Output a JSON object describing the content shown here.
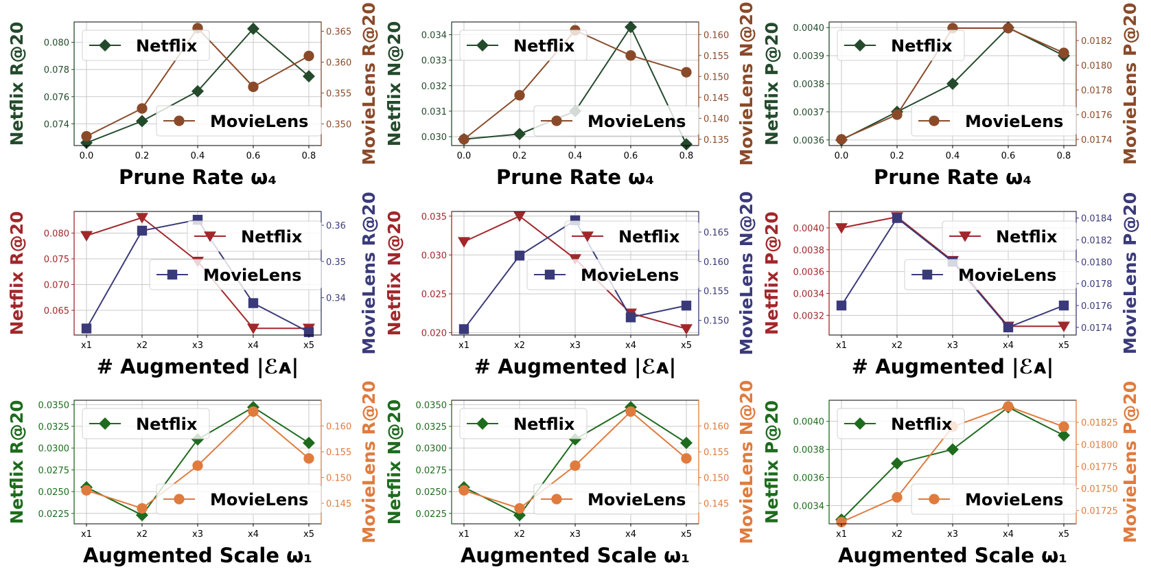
{
  "chart_data": [
    {
      "type": "line",
      "xlabel": "Prune Rate ω₄",
      "categories": [
        "0.0",
        "0.2",
        "0.4",
        "0.6",
        "0.8"
      ],
      "left_axis": {
        "label": "Netflix R@20",
        "color": "#244a2c",
        "ylim": [
          0.0724,
          0.0815
        ],
        "ticks": [
          0.074,
          0.076,
          0.078,
          0.08
        ],
        "tick_labels": [
          "0.074",
          "0.076",
          "0.078",
          "0.080"
        ]
      },
      "right_axis": {
        "label": "MovieLens R@20",
        "color": "#8a4a2a",
        "ylim": [
          0.3465,
          0.3665
        ],
        "ticks": [
          0.35,
          0.355,
          0.36,
          0.365
        ],
        "tick_labels": [
          "0.350",
          "0.355",
          "0.360",
          "0.365"
        ]
      },
      "series": [
        {
          "name": "Netflix",
          "axis": "left",
          "marker": "diamond",
          "color": "#244a2c",
          "values": [
            0.0726,
            0.0742,
            0.0764,
            0.081,
            0.0775
          ]
        },
        {
          "name": "MovieLens",
          "axis": "right",
          "marker": "circle",
          "color": "#8a4a2a",
          "values": [
            0.348,
            0.3525,
            0.3655,
            0.356,
            0.361
          ]
        }
      ],
      "legend": [
        "top-left",
        "lower-right"
      ]
    },
    {
      "type": "line",
      "xlabel": "Prune Rate ω₄",
      "categories": [
        "0.0",
        "0.2",
        "0.4",
        "0.6",
        "0.8"
      ],
      "left_axis": {
        "label": "Netflix N@20",
        "color": "#244a2c",
        "ylim": [
          0.02965,
          0.0345
        ],
        "ticks": [
          0.03,
          0.031,
          0.032,
          0.033,
          0.034
        ],
        "tick_labels": [
          "0.030",
          "0.031",
          "0.032",
          "0.033",
          "0.034"
        ]
      },
      "right_axis": {
        "label": "MovieLens N@20",
        "color": "#8a4a2a",
        "ylim": [
          0.1335,
          0.163
        ],
        "ticks": [
          0.135,
          0.14,
          0.145,
          0.15,
          0.155,
          0.16
        ],
        "tick_labels": [
          "0.135",
          "0.140",
          "0.145",
          "0.150",
          "0.155",
          "0.160"
        ]
      },
      "series": [
        {
          "name": "Netflix",
          "axis": "left",
          "marker": "diamond",
          "color": "#244a2c",
          "values": [
            0.0299,
            0.0301,
            0.031,
            0.0343,
            0.0297
          ]
        },
        {
          "name": "MovieLens",
          "axis": "right",
          "marker": "circle",
          "color": "#8a4a2a",
          "values": [
            0.135,
            0.1455,
            0.161,
            0.155,
            0.151
          ]
        }
      ],
      "legend": [
        "top-left",
        "lower-right"
      ]
    },
    {
      "type": "line",
      "xlabel": "Prune Rate ω₄",
      "categories": [
        "0.0",
        "0.2",
        "0.4",
        "0.6",
        "0.8"
      ],
      "left_axis": {
        "label": "Netflix P@20",
        "color": "#244a2c",
        "ylim": [
          0.00358,
          0.00402
        ],
        "ticks": [
          0.0036,
          0.0037,
          0.0038,
          0.0039,
          0.004
        ],
        "tick_labels": [
          "0.0036",
          "0.0037",
          "0.0038",
          "0.0039",
          "0.0040"
        ]
      },
      "right_axis": {
        "label": "MovieLens P@20",
        "color": "#8a4a2a",
        "ylim": [
          0.01735,
          0.01835
        ],
        "ticks": [
          0.0174,
          0.0176,
          0.0178,
          0.018,
          0.0182
        ],
        "tick_labels": [
          "0.0174",
          "0.0176",
          "0.0178",
          "0.0180",
          "0.0182"
        ]
      },
      "series": [
        {
          "name": "Netflix",
          "axis": "left",
          "marker": "diamond",
          "color": "#244a2c",
          "values": [
            0.0036,
            0.0037,
            0.0038,
            0.004,
            0.0039
          ]
        },
        {
          "name": "MovieLens",
          "axis": "right",
          "marker": "circle",
          "color": "#8a4a2a",
          "values": [
            0.0174,
            0.0176,
            0.0183,
            0.0183,
            0.0181
          ]
        }
      ],
      "legend": [
        "top-left",
        "lower-right"
      ]
    },
    {
      "type": "line",
      "xlabel": "# Augmented |ℰᴀ|",
      "categories": [
        "x1",
        "x2",
        "x3",
        "x4",
        "x5"
      ],
      "left_axis": {
        "label": "Netflix R@20",
        "color": "#a1272b",
        "ylim": [
          0.0602,
          0.0842
        ],
        "ticks": [
          0.065,
          0.07,
          0.075,
          0.08
        ],
        "tick_labels": [
          "0.065",
          "0.070",
          "0.075",
          "0.080"
        ]
      },
      "right_axis": {
        "label": "MovieLens R@20",
        "color": "#3a3a7a",
        "ylim": [
          0.3297,
          0.3638
        ],
        "ticks": [
          0.34,
          0.35,
          0.36
        ],
        "tick_labels": [
          "0.34",
          "0.35",
          "0.36"
        ]
      },
      "series": [
        {
          "name": "Netflix",
          "axis": "left",
          "marker": "triangle-down",
          "color": "#a1272b",
          "values": [
            0.0795,
            0.083,
            0.0745,
            0.0615,
            0.0615
          ]
        },
        {
          "name": "MovieLens",
          "axis": "right",
          "marker": "square",
          "color": "#3a3a7a",
          "values": [
            0.3315,
            0.3585,
            0.3615,
            0.3385,
            0.3305
          ]
        }
      ],
      "legend": [
        "upper-right",
        "center-right"
      ]
    },
    {
      "type": "line",
      "xlabel": "# Augmented |ℰᴀ|",
      "categories": [
        "x1",
        "x2",
        "x3",
        "x4",
        "x5"
      ],
      "left_axis": {
        "label": "Netflix N@20",
        "color": "#a1272b",
        "ylim": [
          0.0197,
          0.0356
        ],
        "ticks": [
          0.02,
          0.025,
          0.03,
          0.035
        ],
        "tick_labels": [
          "0.020",
          "0.025",
          "0.030",
          "0.035"
        ]
      },
      "right_axis": {
        "label": "MovieLens N@20",
        "color": "#3a3a7a",
        "ylim": [
          0.1475,
          0.1685
        ],
        "ticks": [
          0.15,
          0.155,
          0.16,
          0.165
        ],
        "tick_labels": [
          "0.150",
          "0.155",
          "0.160",
          "0.165"
        ]
      },
      "series": [
        {
          "name": "Netflix",
          "axis": "left",
          "marker": "triangle-down",
          "color": "#a1272b",
          "values": [
            0.0317,
            0.035,
            0.0295,
            0.0225,
            0.0205
          ]
        },
        {
          "name": "MovieLens",
          "axis": "right",
          "marker": "square",
          "color": "#3a3a7a",
          "values": [
            0.1485,
            0.161,
            0.167,
            0.1505,
            0.1525
          ]
        }
      ],
      "legend": [
        "upper-right",
        "center-right"
      ]
    },
    {
      "type": "line",
      "xlabel": "# Augmented |ℰᴀ|",
      "categories": [
        "x1",
        "x2",
        "x3",
        "x4",
        "x5"
      ],
      "left_axis": {
        "label": "Netflix P@20",
        "color": "#a1272b",
        "ylim": [
          0.00302,
          0.00415
        ],
        "ticks": [
          0.0032,
          0.0034,
          0.0036,
          0.0038,
          0.004
        ],
        "tick_labels": [
          "0.0032",
          "0.0034",
          "0.0036",
          "0.0038",
          "0.0040"
        ]
      },
      "right_axis": {
        "label": "MovieLens P@20",
        "color": "#3a3a7a",
        "ylim": [
          0.01733,
          0.01846
        ],
        "ticks": [
          0.0174,
          0.0176,
          0.0178,
          0.018,
          0.0182,
          0.0184
        ],
        "tick_labels": [
          "0.0174",
          "0.0176",
          "0.0178",
          "0.0180",
          "0.0182",
          "0.0184"
        ]
      },
      "series": [
        {
          "name": "Netflix",
          "axis": "left",
          "marker": "triangle-down",
          "color": "#a1272b",
          "values": [
            0.004,
            0.0041,
            0.0037,
            0.0031,
            0.0031
          ]
        },
        {
          "name": "MovieLens",
          "axis": "right",
          "marker": "square",
          "color": "#3a3a7a",
          "values": [
            0.0176,
            0.0184,
            0.018,
            0.0174,
            0.0176
          ]
        }
      ],
      "legend": [
        "upper-right",
        "center-right"
      ]
    },
    {
      "type": "line",
      "xlabel": "Augmented Scale ω₁",
      "categories": [
        "x1",
        "x2",
        "x3",
        "x4",
        "x5"
      ],
      "left_axis": {
        "label": "Netflix R@20",
        "color": "#1e6b1e",
        "ylim": [
          0.0213,
          0.0355
        ],
        "ticks": [
          0.0225,
          0.025,
          0.0275,
          0.03,
          0.0325,
          0.035
        ],
        "tick_labels": [
          "0.0225",
          "0.0250",
          "0.0275",
          "0.0300",
          "0.0325",
          "0.0350"
        ]
      },
      "right_axis": {
        "label": "MovieLens R@20",
        "color": "#e07b3e",
        "ylim": [
          0.141,
          0.165
        ],
        "ticks": [
          0.145,
          0.15,
          0.155,
          0.16
        ],
        "tick_labels": [
          "0.145",
          "0.150",
          "0.155",
          "0.160"
        ]
      },
      "series": [
        {
          "name": "Netflix",
          "axis": "left",
          "marker": "diamond",
          "color": "#1e6b1e",
          "values": [
            0.0255,
            0.0223,
            0.031,
            0.0347,
            0.0306
          ]
        },
        {
          "name": "MovieLens",
          "axis": "right",
          "marker": "circle",
          "color": "#e07b3e",
          "values": [
            0.1475,
            0.144,
            0.1523,
            0.1628,
            0.1537
          ]
        }
      ],
      "legend": [
        "top-left",
        "lower-right"
      ]
    },
    {
      "type": "line",
      "xlabel": "Augmented Scale ω₁",
      "categories": [
        "x1",
        "x2",
        "x3",
        "x4",
        "x5"
      ],
      "left_axis": {
        "label": "Netflix N@20",
        "color": "#1e6b1e",
        "ylim": [
          0.0213,
          0.0355
        ],
        "ticks": [
          0.0225,
          0.025,
          0.0275,
          0.03,
          0.0325,
          0.035
        ],
        "tick_labels": [
          "0.0225",
          "0.0250",
          "0.0275",
          "0.0300",
          "0.0325",
          "0.0350"
        ]
      },
      "right_axis": {
        "label": "MovieLens N@20",
        "color": "#e07b3e",
        "ylim": [
          0.141,
          0.165
        ],
        "ticks": [
          0.145,
          0.15,
          0.155,
          0.16
        ],
        "tick_labels": [
          "0.145",
          "0.150",
          "0.155",
          "0.160"
        ]
      },
      "series": [
        {
          "name": "Netflix",
          "axis": "left",
          "marker": "diamond",
          "color": "#1e6b1e",
          "values": [
            0.0255,
            0.0223,
            0.031,
            0.0347,
            0.0306
          ]
        },
        {
          "name": "MovieLens",
          "axis": "right",
          "marker": "circle",
          "color": "#e07b3e",
          "values": [
            0.1475,
            0.144,
            0.1523,
            0.1628,
            0.1537
          ]
        }
      ],
      "legend": [
        "top-left",
        "lower-right"
      ]
    },
    {
      "type": "line",
      "xlabel": "Augmented Scale ω₁",
      "categories": [
        "x1",
        "x2",
        "x3",
        "x4",
        "x5"
      ],
      "left_axis": {
        "label": "Netflix P@20",
        "color": "#1e6b1e",
        "ylim": [
          0.00327,
          0.00415
        ],
        "ticks": [
          0.0034,
          0.0036,
          0.0038,
          0.004
        ],
        "tick_labels": [
          "0.0034",
          "0.0036",
          "0.0038",
          "0.0040"
        ]
      },
      "right_axis": {
        "label": "MovieLens P@20",
        "color": "#e07b3e",
        "ylim": [
          0.0171,
          0.0185
        ],
        "ticks": [
          0.01725,
          0.0175,
          0.01775,
          0.018,
          0.01825
        ],
        "tick_labels": [
          "0.01725",
          "0.01750",
          "0.01775",
          "0.01800",
          "0.01825"
        ]
      },
      "series": [
        {
          "name": "Netflix",
          "axis": "left",
          "marker": "diamond",
          "color": "#1e6b1e",
          "values": [
            0.0033,
            0.0037,
            0.0038,
            0.0041,
            0.0039
          ]
        },
        {
          "name": "MovieLens",
          "axis": "right",
          "marker": "circle",
          "color": "#e07b3e",
          "values": [
            0.01712,
            0.0174,
            0.0182,
            0.01843,
            0.0182
          ]
        }
      ],
      "legend": [
        "top-left",
        "lower-right"
      ]
    }
  ]
}
